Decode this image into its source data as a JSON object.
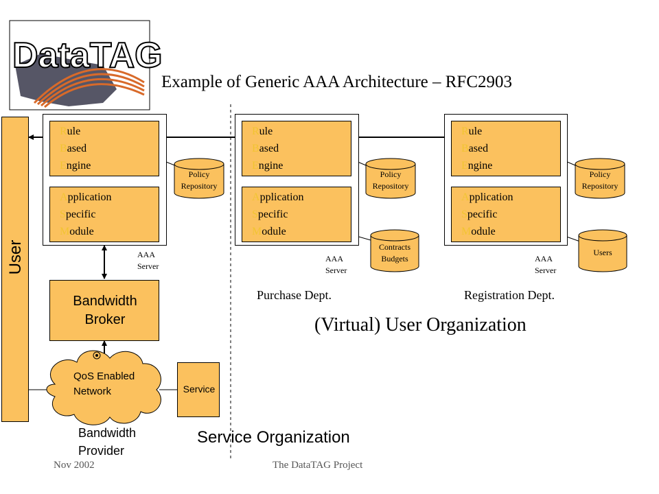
{
  "logo": {
    "text": "DataTAG"
  },
  "title": "Example of Generic AAA Architecture – RFC2903",
  "user_bar": {
    "label": "User"
  },
  "servers": [
    {
      "engine": [
        "Rule",
        "Based",
        "Engine"
      ],
      "module": [
        "Application",
        "Specific",
        "Module"
      ],
      "policy": [
        "Policy",
        "Repository"
      ],
      "extra": null,
      "aaa": [
        "AAA",
        "Server"
      ],
      "dept": ""
    },
    {
      "engine": [
        "Rule",
        "Based",
        "Engine"
      ],
      "module": [
        "Application",
        "Specific",
        "Module"
      ],
      "policy": [
        "Policy",
        "Repository"
      ],
      "extra": [
        "Contracts",
        "Budgets"
      ],
      "aaa": [
        "AAA",
        "Server"
      ],
      "dept": "Purchase Dept."
    },
    {
      "engine": [
        "Rule",
        "Based",
        "Engine"
      ],
      "module": [
        "Application",
        "Specific",
        "Module"
      ],
      "policy": [
        "Policy",
        "Repository"
      ],
      "extra": [
        "Users"
      ],
      "aaa": [
        "AAA",
        "Server"
      ],
      "dept": "Registration Dept."
    }
  ],
  "bandwidth_broker": [
    "Bandwidth",
    "Broker"
  ],
  "qos_cloud": [
    "QoS Enabled",
    "Network"
  ],
  "service_box": "Service",
  "bandwidth_provider": [
    "Bandwidth",
    "Provider"
  ],
  "virtual_org": "(Virtual) User Organization",
  "service_org": "Service Organization",
  "footer": {
    "date": "Nov 2002",
    "project": "The DataTAG Project"
  },
  "colors": {
    "box_fill": "#fbc15e",
    "first_letter": "#f2c432",
    "user_bar": "#fbc15e"
  }
}
